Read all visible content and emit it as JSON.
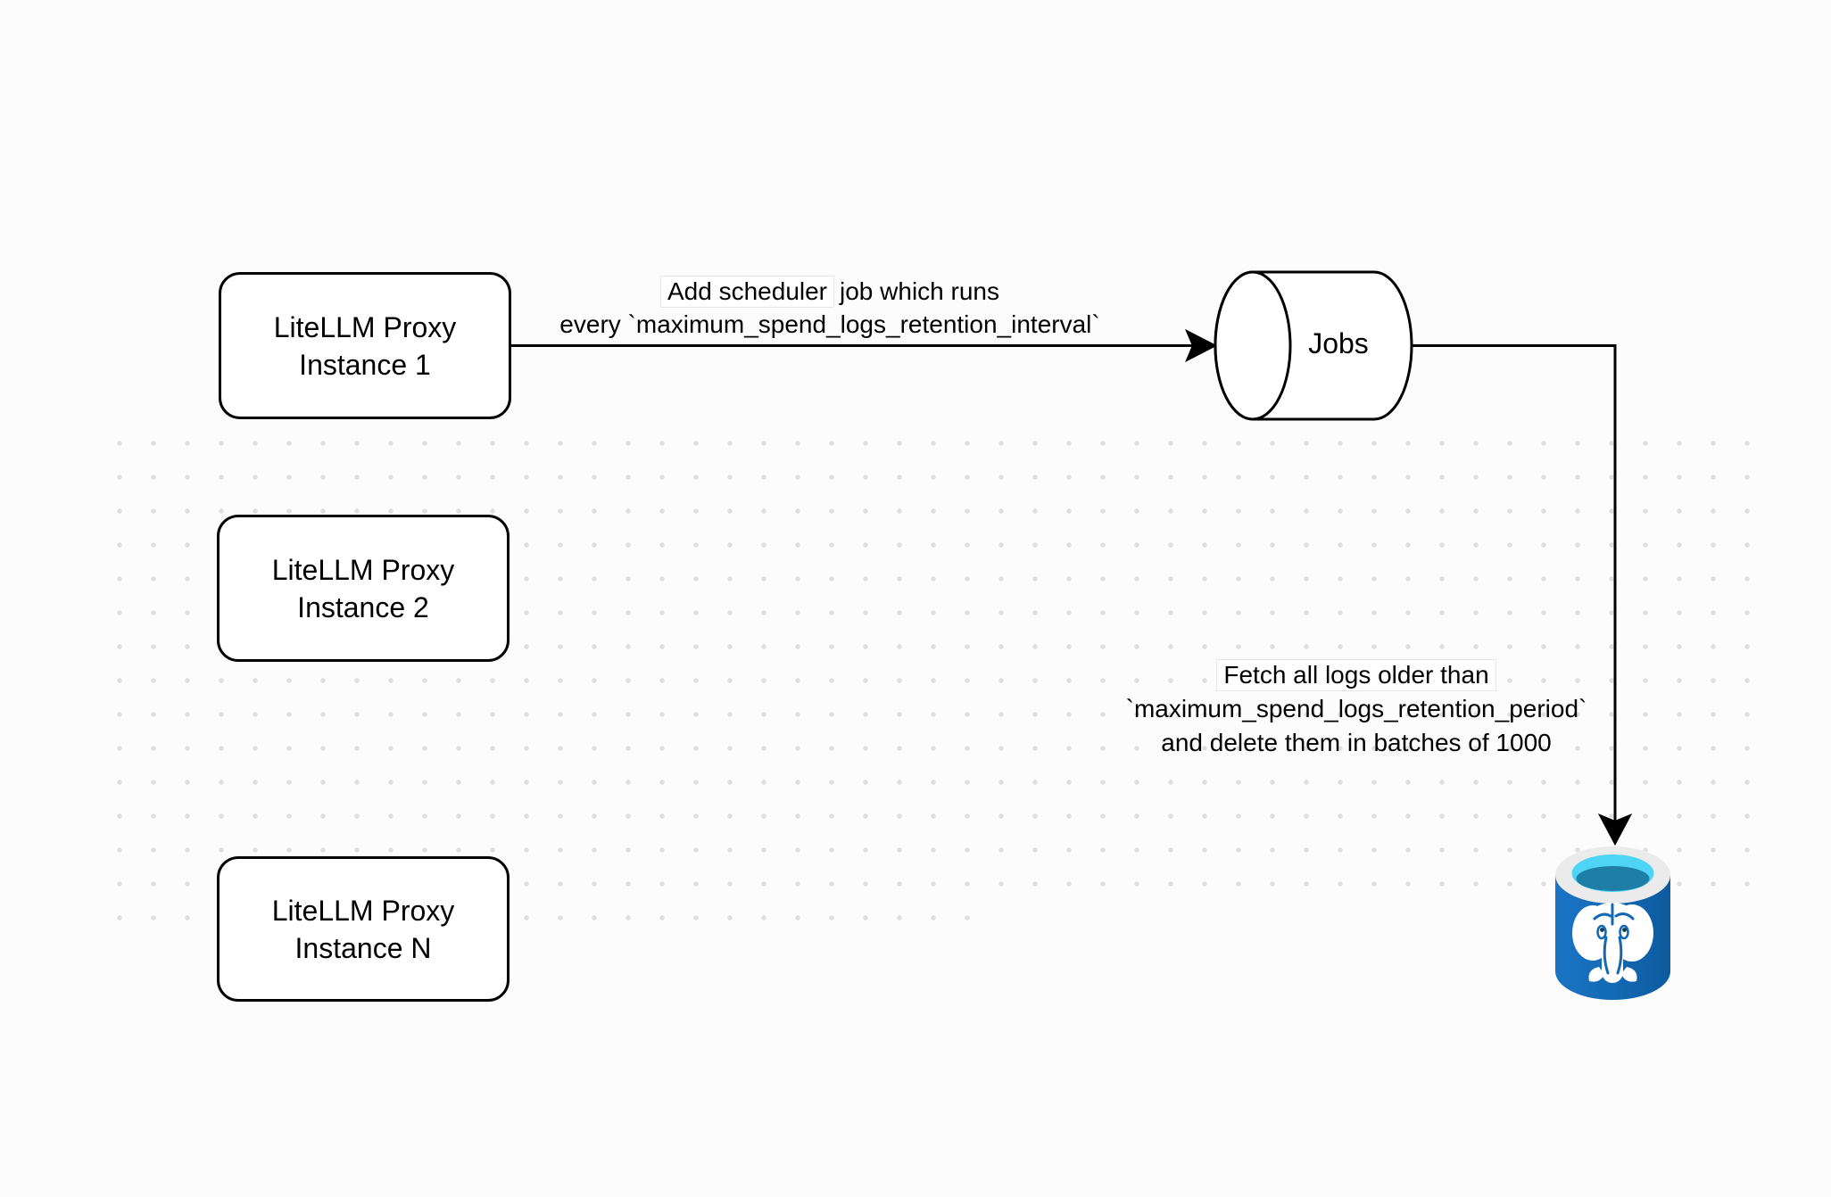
{
  "diagram": {
    "nodes": {
      "proxy1": {
        "line1": "LiteLLM Proxy",
        "line2": "Instance 1"
      },
      "proxy2": {
        "line1": "LiteLLM Proxy",
        "line2": "Instance 2"
      },
      "proxyN": {
        "line1": "LiteLLM Proxy",
        "line2": "Instance N"
      },
      "jobs": {
        "label": "Jobs"
      },
      "postgres": {
        "icon": "postgresql-database-icon"
      }
    },
    "edges": {
      "scheduler_job": {
        "label_line1_boxed": "Add scheduler",
        "label_line1_rest": "job which runs",
        "label_line2": "every `maximum_spend_logs_retention_interval`"
      },
      "fetch_logs": {
        "label_line1": "Fetch all logs older than",
        "label_line2": "`maximum_spend_logs_retention_period`",
        "label_line3": "and delete them in batches of 1000"
      }
    },
    "colors": {
      "stroke": "#000000",
      "grid_dot": "#dfdfdf",
      "postgres_blue": "#1268b3",
      "postgres_blue_dark": "#0d5a9e",
      "postgres_cyan": "#4ed5f6",
      "postgres_teal": "#1e7ea8",
      "postgres_ring": "#ebebeb"
    }
  }
}
